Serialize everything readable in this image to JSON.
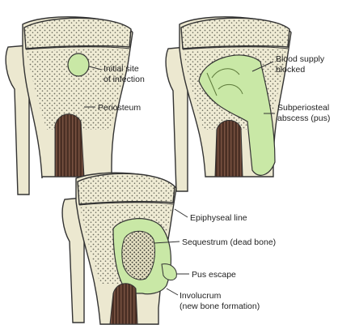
{
  "panels": [
    {
      "labels": {
        "initial_site": [
          "Initial site",
          "of infection"
        ],
        "periosteum": "Periosteum"
      }
    },
    {
      "labels": {
        "blood_supply": [
          "Blood supply",
          "blocked"
        ],
        "abscess": [
          "Subperiosteal",
          "abscess (pus)"
        ]
      }
    },
    {
      "labels": {
        "epiphyseal_line": "Epiphyseal line",
        "sequestrum": "Sequestrum (dead bone)",
        "pus_escape": "Pus escape",
        "involucrum": [
          "Involucrum",
          "(new bone formation)"
        ]
      }
    }
  ],
  "colors": {
    "bone": "#e9e4c4",
    "spongy": "#f1edd8",
    "dots": "#7a7a6a",
    "infection": "#c7e6a4",
    "marrow": "#5a3a2c",
    "outline": "#333333"
  }
}
